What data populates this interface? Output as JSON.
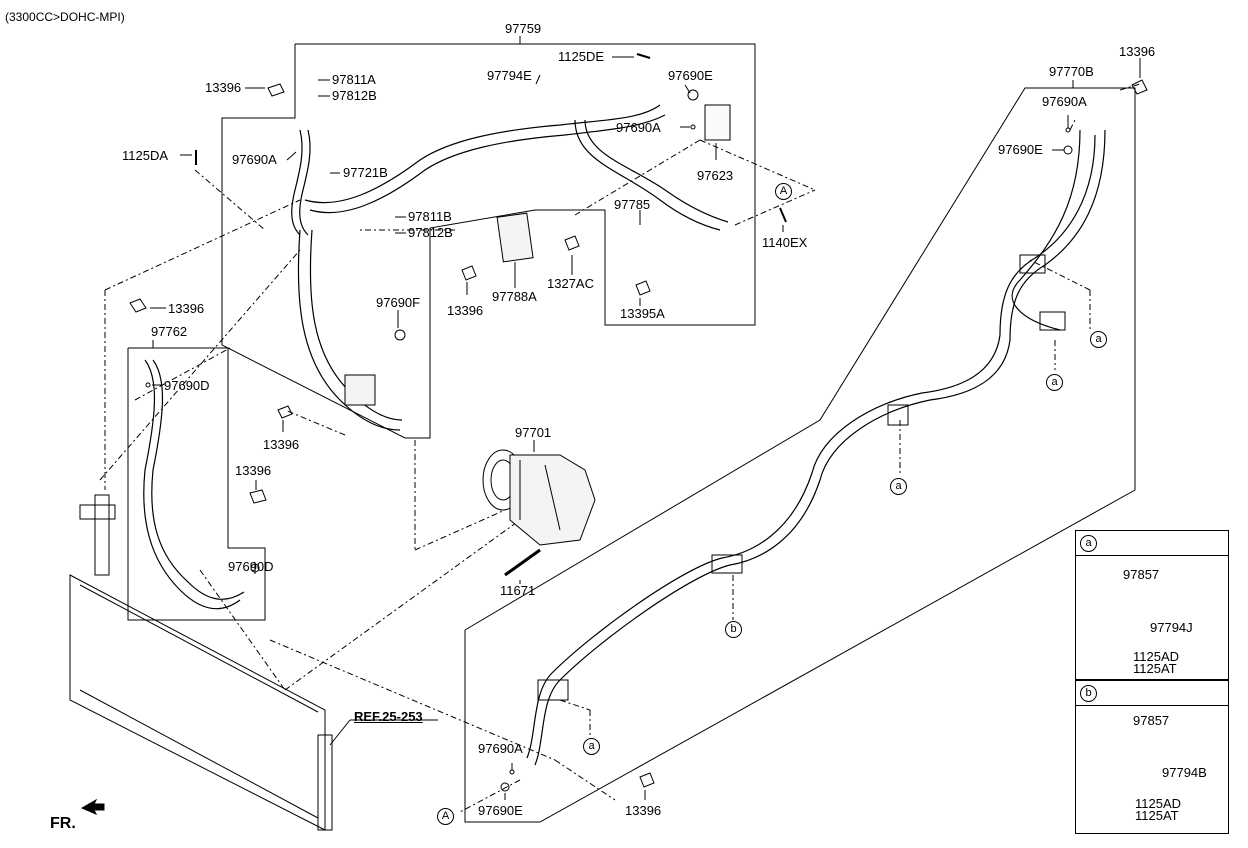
{
  "header": {
    "engine_note": "(3300CC>DOHC-MPI)"
  },
  "front_marker": "FR.",
  "ref_label": "REF.25-253",
  "callouts": {
    "a": "a",
    "b": "b",
    "A": "A"
  },
  "parts": {
    "p97759": "97759",
    "p1125DE": "1125DE",
    "p97794E": "97794E",
    "p97690E_top": "97690E",
    "p97690A_top": "97690A",
    "p97623": "97623",
    "p13396_a": "13396",
    "p97811A": "97811A",
    "p97812B_a": "97812B",
    "p1125DA": "1125DA",
    "p97690A_left": "97690A",
    "p97721B": "97721B",
    "p97811B": "97811B",
    "p97812B_b": "97812B",
    "p97785": "97785",
    "p1140EX": "1140EX",
    "p1327AC": "1327AC",
    "p13396_b": "13396",
    "p97788A": "97788A",
    "p13395A": "13395A",
    "p13396_c": "13396",
    "p97762": "97762",
    "p97690D_a": "97690D",
    "p97690F": "97690F",
    "p13396_d": "13396",
    "p13396_e": "13396",
    "p97690D_b": "97690D",
    "p97701": "97701",
    "p11671": "11671",
    "p13396_f": "13396",
    "p97770B": "97770B",
    "p97690A_r": "97690A",
    "p97690E_r": "97690E",
    "p97690A_bot": "97690A",
    "p97690E_bot": "97690E",
    "p13396_g": "13396"
  },
  "legend": {
    "a": {
      "key": "a",
      "p1": "97857",
      "p2": "97794J",
      "p3": "1125AD",
      "p4": "1125AT"
    },
    "b": {
      "key": "b",
      "p1": "97857",
      "p2": "97794B",
      "p3": "1125AD",
      "p4": "1125AT"
    }
  }
}
